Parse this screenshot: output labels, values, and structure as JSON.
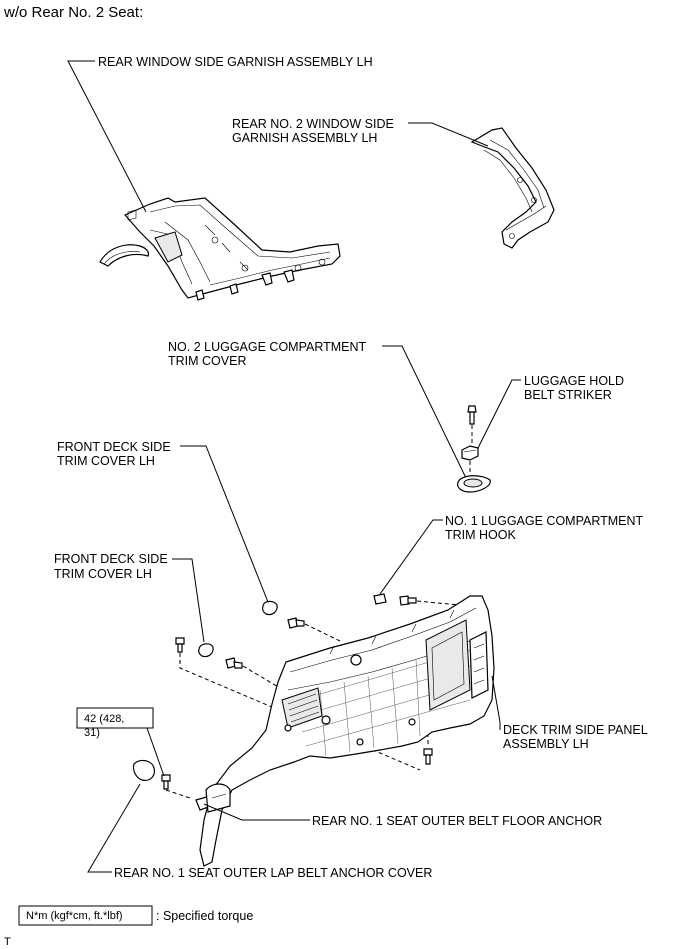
{
  "header": {
    "condition": "w/o Rear No. 2 Seat:"
  },
  "labels": {
    "rear_window_side_garnish": "REAR WINDOW SIDE GARNISH ASSEMBLY LH",
    "rear_no2_window_garnish_line1": "REAR NO. 2 WINDOW SIDE",
    "rear_no2_window_garnish_line2": "GARNISH ASSEMBLY LH",
    "no2_luggage_trim_cover_line1": "NO. 2 LUGGAGE COMPARTMENT",
    "no2_luggage_trim_cover_line2": "TRIM COVER",
    "luggage_hold_belt_striker_line1": "LUGGAGE HOLD",
    "luggage_hold_belt_striker_line2": "BELT STRIKER",
    "front_deck_side_trim_upper_line1": "FRONT DECK SIDE",
    "front_deck_side_trim_upper_line2": "TRIM COVER LH",
    "no1_luggage_trim_hook_line1": "NO. 1 LUGGAGE COMPARTMENT",
    "no1_luggage_trim_hook_line2": "TRIM HOOK",
    "front_deck_side_trim_lower_line1": "FRONT DECK SIDE",
    "front_deck_side_trim_lower_line2": "TRIM COVER LH",
    "deck_trim_side_panel_line1": "DECK TRIM SIDE PANEL",
    "deck_trim_side_panel_line2": "ASSEMBLY LH",
    "rear_no1_seat_belt_floor_anchor": "REAR NO. 1 SEAT OUTER BELT FLOOR ANCHOR",
    "rear_no1_seat_lap_belt_cover": "REAR NO. 1 SEAT OUTER LAP BELT ANCHOR COVER"
  },
  "torque": {
    "line1": "42 (428,",
    "line2": "31)"
  },
  "legend": {
    "unit_box": "N*m (kgf*cm, ft.*lbf)",
    "description": ": Specified torque"
  },
  "footer": {
    "mark": "T"
  }
}
